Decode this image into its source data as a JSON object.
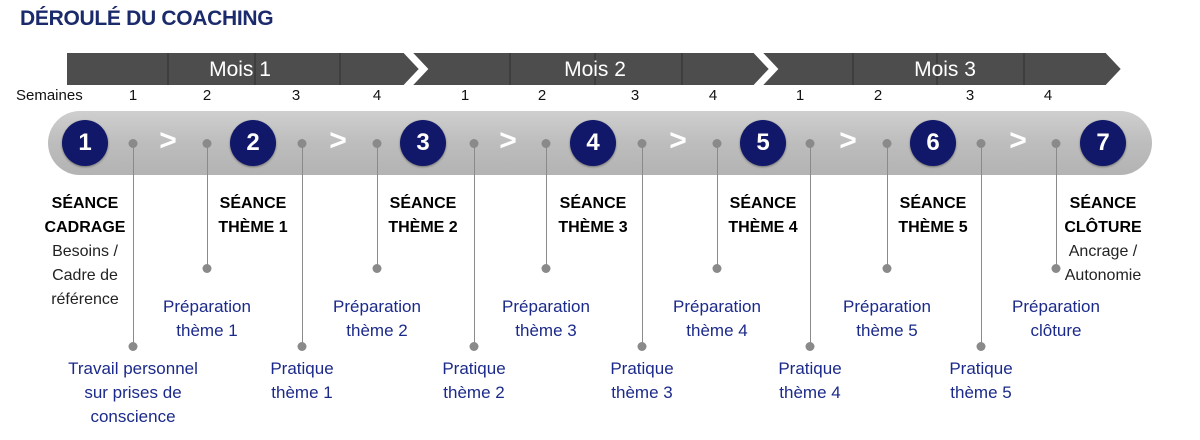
{
  "title": "DÉROULÉ DU COACHING",
  "months": [
    "Mois 1",
    "Mois 2",
    "Mois 3"
  ],
  "weeks_label": "Semaines",
  "week_numbers": [
    "1",
    "2",
    "3",
    "4",
    "1",
    "2",
    "3",
    "4",
    "1",
    "2",
    "3",
    "4"
  ],
  "separator": ">",
  "sessions": [
    {
      "num": "1",
      "title1": "SÉANCE",
      "title2": "CADRAGE",
      "desc": [
        "Besoins /",
        "Cadre de",
        "référence"
      ]
    },
    {
      "num": "2",
      "title1": "SÉANCE",
      "title2": "THÈME 1",
      "desc": []
    },
    {
      "num": "3",
      "title1": "SÉANCE",
      "title2": "THÈME 2",
      "desc": []
    },
    {
      "num": "4",
      "title1": "SÉANCE",
      "title2": "THÈME 3",
      "desc": []
    },
    {
      "num": "5",
      "title1": "SÉANCE",
      "title2": "THÈME 4",
      "desc": []
    },
    {
      "num": "6",
      "title1": "SÉANCE",
      "title2": "THÈME 5",
      "desc": []
    },
    {
      "num": "7",
      "title1": "SÉANCE",
      "title2": "CLÔTURE",
      "desc": [
        "Ancrage /",
        "Autonomie"
      ]
    }
  ],
  "activities": [
    {
      "lines": [
        "Travail personnel",
        "sur prises de",
        "conscience"
      ],
      "level": "low"
    },
    {
      "lines": [
        "Préparation",
        "thème 1"
      ],
      "level": "high"
    },
    {
      "lines": [
        "Pratique",
        "thème 1"
      ],
      "level": "low"
    },
    {
      "lines": [
        "Préparation",
        "thème 2"
      ],
      "level": "high"
    },
    {
      "lines": [
        "Pratique",
        "thème 2"
      ],
      "level": "low"
    },
    {
      "lines": [
        "Préparation",
        "thème 3"
      ],
      "level": "high"
    },
    {
      "lines": [
        "Pratique",
        "thème 3"
      ],
      "level": "low"
    },
    {
      "lines": [
        "Préparation",
        "thème 4"
      ],
      "level": "high"
    },
    {
      "lines": [
        "Pratique",
        "thème 4"
      ],
      "level": "low"
    },
    {
      "lines": [
        "Préparation",
        "thème 5"
      ],
      "level": "high"
    },
    {
      "lines": [
        "Pratique",
        "thème 5"
      ],
      "level": "low"
    },
    {
      "lines": [
        "Préparation",
        "clôture"
      ],
      "level": "high"
    }
  ],
  "colors": {
    "title": "#1b2a6b",
    "circle": "#11186a",
    "activity_text": "#1b2a8a",
    "arrow_fill": "#4d4d4d",
    "track": "#c4c4c4"
  }
}
